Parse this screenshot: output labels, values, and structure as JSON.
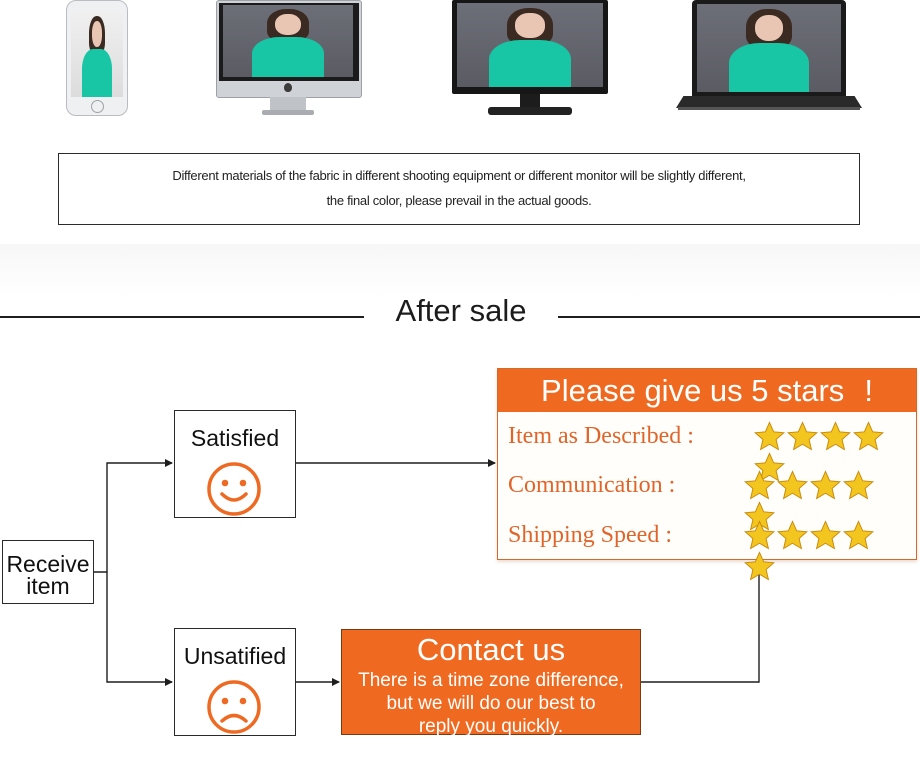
{
  "notice": {
    "line1": "Different materials of the fabric in different shooting equipment or different monitor will be slightly different,",
    "line2": "the final color, please prevail in the actual goods."
  },
  "after_sale": {
    "heading": "After sale",
    "receive_item": [
      "Receive",
      "item"
    ],
    "satisfied": "Satisfied",
    "unsatisfied": "Unsatified",
    "rating_panel": {
      "title": "Please give us 5 stars",
      "title_mark": "!",
      "rows": [
        {
          "label": "Item as Described :",
          "stars": 5
        },
        {
          "label": "Communication :",
          "stars": 5
        },
        {
          "label": "Shipping Speed :",
          "stars": 5
        }
      ]
    },
    "contact": {
      "title": "Contact us",
      "lines": [
        "There is a time zone difference,",
        "but we will do our best to",
        "reply you quickly."
      ]
    }
  },
  "colors": {
    "accent_orange": "#ef6a20",
    "star_gold": "#f3c51f",
    "shirt_teal": "#18c5a4"
  },
  "icons": [
    "smiley-face-icon",
    "sad-face-icon",
    "star-icon",
    "arrow-icon"
  ]
}
